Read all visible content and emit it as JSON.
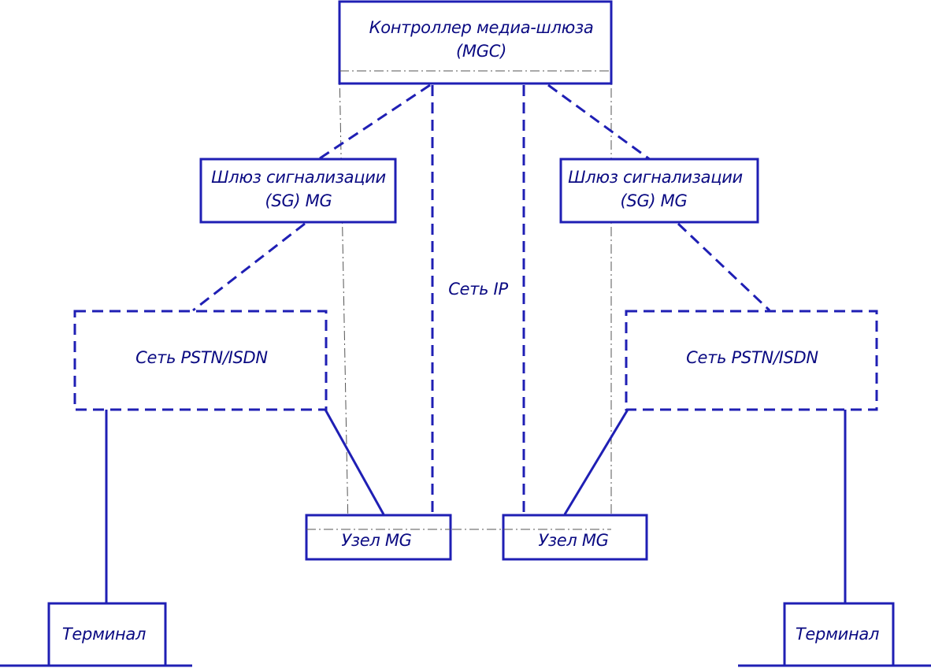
{
  "colors": {
    "line": "#1f1fb4",
    "text": "#0a0a82",
    "axis": "#555555"
  },
  "mgc": {
    "line1": "Контроллер медиа-шлюза",
    "line2": "(MGC)"
  },
  "sg_left": {
    "line1": "Шлюз сигнализации",
    "line2": "(SG) MG"
  },
  "sg_right": {
    "line1": "Шлюз сигнализации",
    "line2": "(SG) MG"
  },
  "network_ip": "Сеть IP",
  "pstn_left": "Сеть PSTN/ISDN",
  "pstn_right": "Сеть PSTN/ISDN",
  "mg_left": "Узел MG",
  "mg_right": "Узел MG",
  "terminal_left": "Терминал",
  "terminal_right": "Терминал"
}
